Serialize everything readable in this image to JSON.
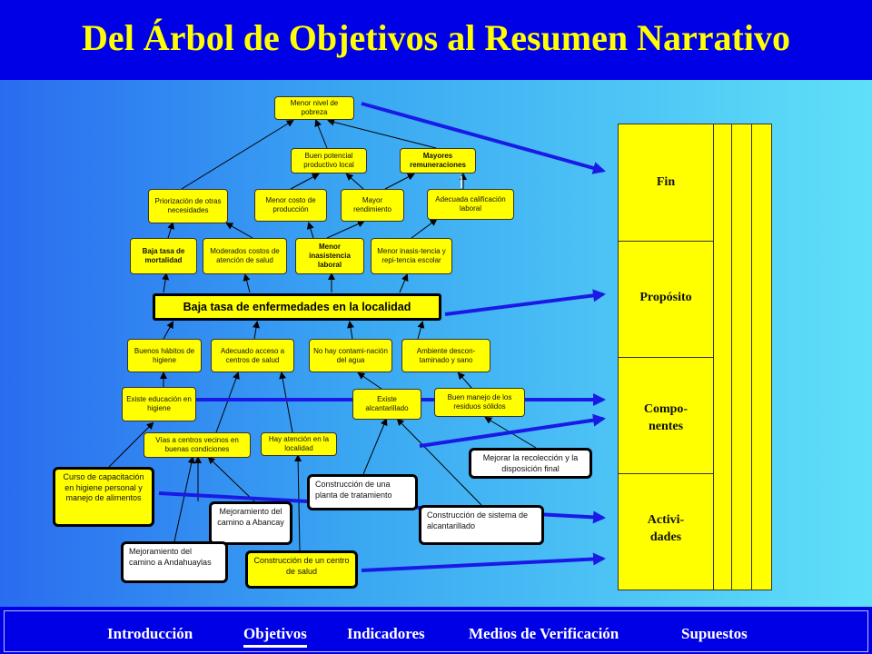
{
  "title": "Del Árbol de Objetivos al Resumen Narrativo",
  "tree": {
    "top": "Menor nivel de pobreza",
    "level2": [
      "Buen potencial productivo local",
      "Mayores remuneraciones"
    ],
    "level3": [
      "Priorización de otras necesidades",
      "Menor costo de producción",
      "Mayor rendimiento",
      "Adecuada calificación laboral"
    ],
    "level4": [
      "Baja tasa de mortalidad",
      "Moderados costos de atención de salud",
      "Menor inasistencia laboral",
      "Menor inasis-tencia y repi-tencia escolar"
    ],
    "main": "Baja tasa de enfermedades en la localidad",
    "level6": [
      "Buenos hábitos de higiene",
      "Adecuado acceso a centros de salud",
      "No hay contami-nación del agua",
      "Ambiente descon-taminado y sano"
    ],
    "level7": [
      "Existe educación en higiene",
      "Existe alcantarillado",
      "Buen manejo de los residuos sólidos"
    ],
    "level8": [
      "Vías a centros vecinos en buenas condiciones",
      "Hay atención en la localidad"
    ]
  },
  "activities": [
    "Curso de capacitación en higiene personal y manejo de alimentos",
    "Mejoramiento del camino a Abancay",
    "Mejoramiento del camino a Andahuaylas",
    "Construcción de un centro de salud",
    "Construcción de una planta de tratamiento",
    "Construcción de sistema de alcantarillado",
    "Mejorar la recolección y la disposición final"
  ],
  "matrix": {
    "rows": [
      "Fin",
      "Propósito",
      "Compo-nentes",
      "Activi-dades"
    ]
  },
  "nav": [
    "Introducción",
    "Objetivos",
    "Indicadores",
    "Medios de Verificación",
    "Supuestos"
  ],
  "nav_active": "Objetivos",
  "colors": {
    "header": "#0000e6",
    "box": "#ffff00",
    "arrow": "#1a1ae6"
  }
}
